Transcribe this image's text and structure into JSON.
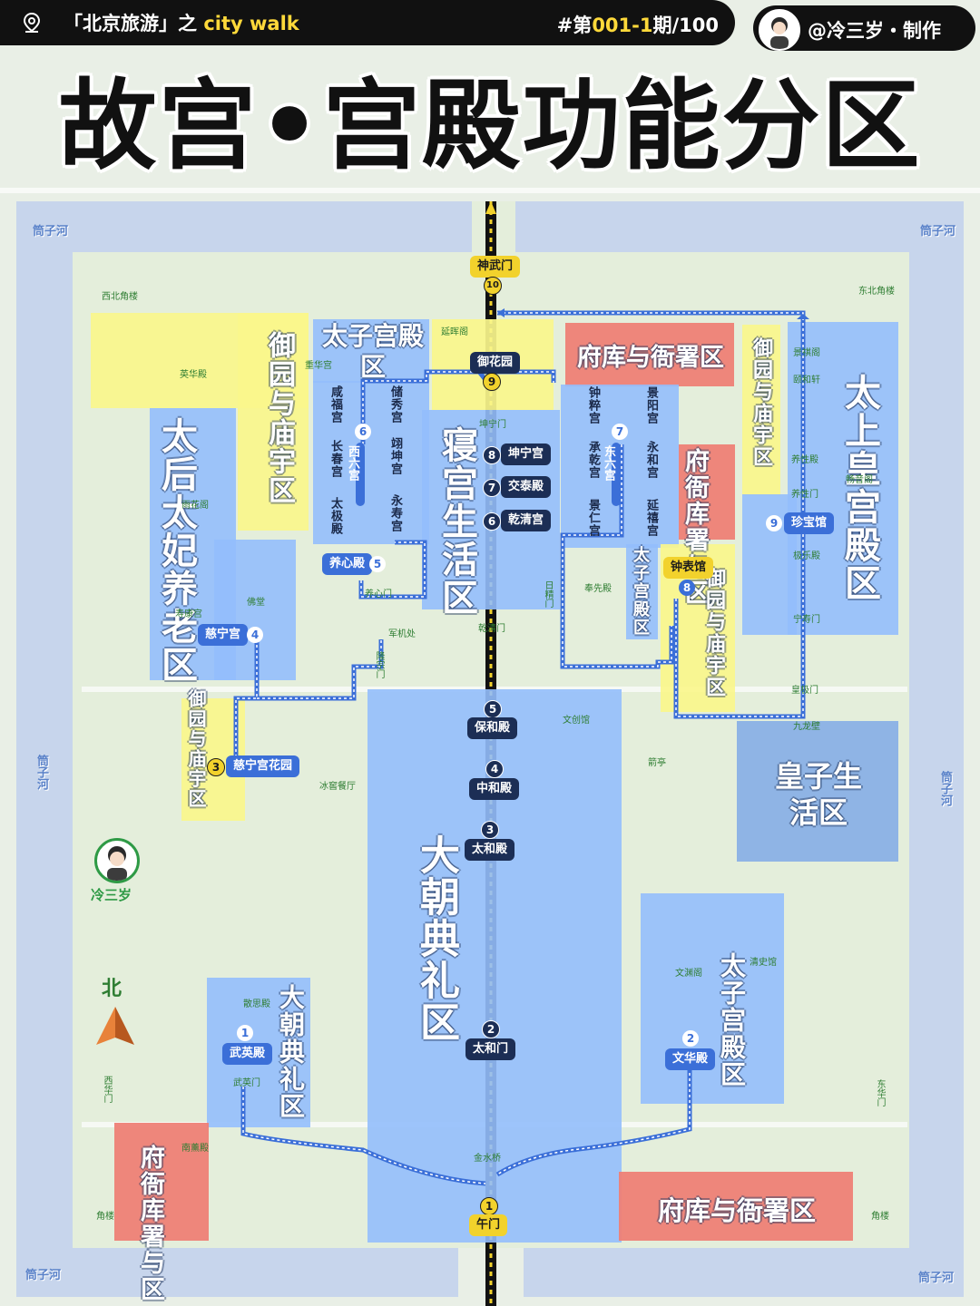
{
  "header": {
    "title_prefix": "「北京旅游」之",
    "title_accent": "city walk",
    "issue_prefix": "#第",
    "issue_number": "001-1",
    "issue_suffix": "期/100",
    "author": "@冷三岁・制作"
  },
  "main_title": "故宫•宫殿功能分区",
  "moat_labels": [
    "筒子河",
    "筒子河",
    "筒子河",
    "筒子河",
    "筒子河",
    "筒子河"
  ],
  "zones": {
    "taizi_north": "太子宫殿区",
    "yuyuan_west": "御园与庙宇区",
    "fuku_north": "府库与衙署区",
    "yuyuan_ne": "御园与庙宇区",
    "taishang": "太上皇宫殿区",
    "taihou": "太后太妃养老区",
    "qingong": "寝宫生活区",
    "fuku_mid": "府衙库署与区",
    "taizi_mid": "太子宫殿区",
    "yuyuan_mid": "御园与庙宇区",
    "yuyuan_sw": "御园与庙宇区",
    "huangzi": "皇子生活区",
    "dachao_main": "大朝典礼区",
    "dachao_west": "大朝典礼区",
    "taizi_se": "太子宫殿区",
    "fuku_sw": "府衙库署与区",
    "fuku_se": "府库与衙署区"
  },
  "axis_stops": [
    {
      "num": "10",
      "name": "神武门"
    },
    {
      "num": "9",
      "name": "御花园"
    },
    {
      "num": "8",
      "name": "坤宁宫"
    },
    {
      "num": "7",
      "name": "交泰殿"
    },
    {
      "num": "6",
      "name": "乾清宫"
    },
    {
      "num": "5",
      "name": "保和殿"
    },
    {
      "num": "4",
      "name": "中和殿"
    },
    {
      "num": "3",
      "name": "太和殿"
    },
    {
      "num": "2",
      "name": "太和门"
    },
    {
      "num": "1",
      "name": "午门"
    }
  ],
  "side_stops": [
    {
      "num": "1",
      "name": "武英殿"
    },
    {
      "num": "2",
      "name": "文华殿"
    },
    {
      "num": "3",
      "name": "慈宁宫花园"
    },
    {
      "num": "4",
      "name": "慈宁宫"
    },
    {
      "num": "5",
      "name": "养心殿"
    },
    {
      "num": "6",
      "name": "西六宫"
    },
    {
      "num": "6",
      "name": ""
    },
    {
      "num": "7",
      "name": "东六宫"
    },
    {
      "num": "7",
      "name": ""
    },
    {
      "num": "8",
      "name": "钟表馆"
    },
    {
      "num": "9",
      "name": "珍宝馆"
    }
  ],
  "palaces": {
    "west": [
      "咸福宫",
      "长春宫",
      "太极殿",
      "储秀宫",
      "翊坤宫",
      "永寿宫"
    ],
    "east": [
      "钟粹宫",
      "承乾宫",
      "景仁宫",
      "景阳宫",
      "永和宫",
      "延禧宫"
    ]
  },
  "small_labels": [
    "西北角楼",
    "东北角楼",
    "英华殿",
    "重华宫",
    "延晖阁",
    "坤宁门",
    "雨花阁",
    "寿康宫",
    "佛堂",
    "养心门",
    "军机处",
    "隆宗门",
    "冰窖餐厅",
    "文创馆",
    "箭亭",
    "乾清门",
    "奉先殿",
    "景祺阁",
    "颐和轩",
    "养性殿",
    "养性门",
    "畅音阁",
    "极乐殿",
    "宁寿门",
    "皇极门",
    "九龙壁",
    "文渊阁",
    "清史馆",
    "散思殿",
    "武英门",
    "南薰殿",
    "金水桥",
    "角楼",
    "角楼",
    "西华门",
    "东华门",
    "日精门"
  ],
  "extra_labels": {
    "north": "北",
    "author_pin": "冷三岁"
  },
  "colors": {
    "palace_blue": "#94befc",
    "garden_yellow": "#faf68c",
    "office_red": "#ee8076",
    "route_blue": "#3b6fd8",
    "axis_dark": "#1c2e55"
  }
}
